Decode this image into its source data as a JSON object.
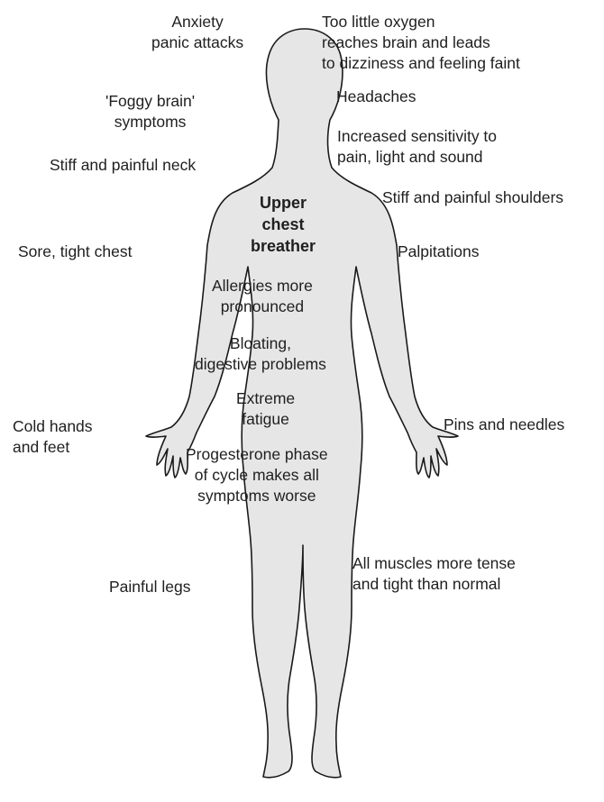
{
  "figure": {
    "silhouette_icon": "human-body-silhouette",
    "colors": {
      "body_fill": "#e6e6e6",
      "body_outline": "#1a1a1a",
      "text": "#1f1f1f"
    }
  },
  "labels": {
    "anxiety": "Anxiety\npanic attacks",
    "oxygen": "Too little oxygen\nreaches brain and leads\nto dizziness and feeling faint",
    "foggy_brain": "'Foggy brain'\nsymptoms",
    "headaches": "Headaches",
    "sensitivity": "Increased sensitivity to\npain, light and sound",
    "stiff_neck": "Stiff and painful neck",
    "stiff_shoulders": "Stiff and painful shoulders",
    "upper_chest": "Upper\nchest\nbreather",
    "sore_chest": "Sore, tight chest",
    "palpitations": "Palpitations",
    "allergies": "Allergies more\npronounced",
    "bloating": "Bloating,\ndigestive problems",
    "fatigue": "Extreme\nfatigue",
    "cold_hands": "Cold hands\nand feet",
    "pins_needles": "Pins and needles",
    "progesterone": "Progesterone phase\nof cycle makes all\nsymptoms worse",
    "painful_legs": "Painful legs",
    "muscles": "All muscles more tense\nand tight than normal"
  }
}
